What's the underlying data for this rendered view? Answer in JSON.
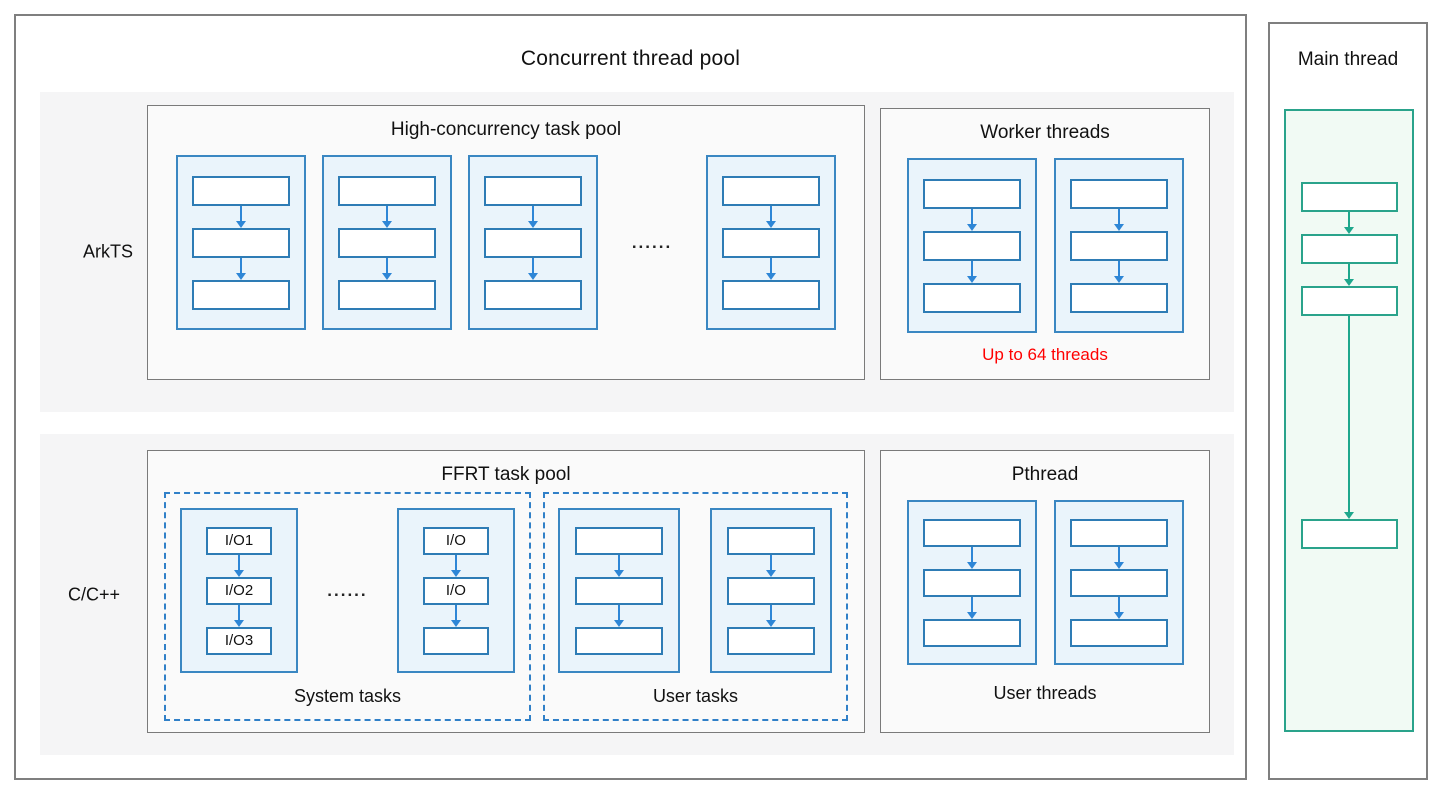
{
  "titles": {
    "concurrent_pool": "Concurrent thread pool",
    "main_thread": "Main thread",
    "high_concurrency": "High-concurrency task pool",
    "worker_threads": "Worker threads",
    "ffrt": "FFRT task pool",
    "pthread": "Pthread"
  },
  "row_labels": {
    "arkts": "ArkTS",
    "cpp": "C/C++"
  },
  "labels": {
    "up_to_64_threads": "Up to 64 threads",
    "system_tasks": "System tasks",
    "user_tasks": "User tasks",
    "user_threads": "User threads",
    "ellipsis": "......"
  },
  "io": {
    "col1": [
      "I/O1",
      "I/O2",
      "I/O3"
    ],
    "col2": [
      "I/O",
      "I/O",
      ""
    ]
  },
  "colors": {
    "accent_blue": "#3a87c2",
    "box_border_blue": "#2e7cb5",
    "arrow_blue": "#2e86d6",
    "fill_blue": "#eaf4fb",
    "dashed_blue": "#3080c8",
    "accent_teal": "#2aa38b",
    "arrow_teal": "#1ea78c",
    "fill_teal": "#f1faf4",
    "warning_red": "#ff0000",
    "band_gray": "#f5f5f6",
    "panel_gray": "#fafafa",
    "border_gray": "#7f7f7f"
  }
}
